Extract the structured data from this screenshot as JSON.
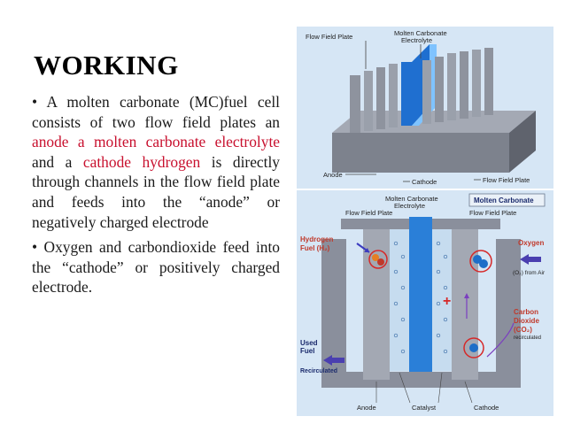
{
  "slide": {
    "title": "WORKING",
    "bullet1": {
      "p1": "• A  molten carbonate (MC)fuel cell consists of two flow field plates an ",
      "anode": "anode a molten carbonate electrolyte",
      "p2": " and a ",
      "cathode": "cathode hydrogen",
      "p3": " is directly through channels in the flow field plate and feeds into the “anode” or negatively  charged electrode"
    },
    "bullet2": "• Oxygen  and  carbondioxide feed into the “cathode” or positively charged electrode."
  },
  "figure_top": {
    "labels": {
      "flow_field_plate": "Flow Field Plate",
      "molten_carbonate": "Molten Carbonate",
      "electrolyte": "Electrolyte",
      "anode": "Anode",
      "cathode": "Cathode",
      "flow_field_plate_2": "Flow Field Plate"
    }
  },
  "figure_bottom": {
    "banner": "Molten Carbonate",
    "labels": {
      "molten_carbonate": "Molten Carbonate",
      "electrolyte": "Electrolyte",
      "flow_field_plate_left": "Flow Field Plate",
      "flow_field_plate_right": "Flow Field Plate",
      "hydrogen": "Hydrogen",
      "fuel": "Fuel (H₂)",
      "oxygen": "Oxygen",
      "from_air": "(O₂) from Air",
      "carbon": "Carbon",
      "dioxide": "Dioxide",
      "co2": "(CO₂)",
      "recirculated": "recirculated",
      "used": "Used",
      "fuel_out": "Fuel",
      "recirculated_left": "Recirculated",
      "anode": "Anode",
      "catalyst": "Catalyst",
      "cathode": "Cathode",
      "plus": "+"
    }
  },
  "colors": {
    "accent_red": "#c8102e",
    "panel_bg": "#d6e6f5",
    "plate_gray": "#8a8f9c",
    "electrolyte_blue": "#2a7fd8"
  }
}
